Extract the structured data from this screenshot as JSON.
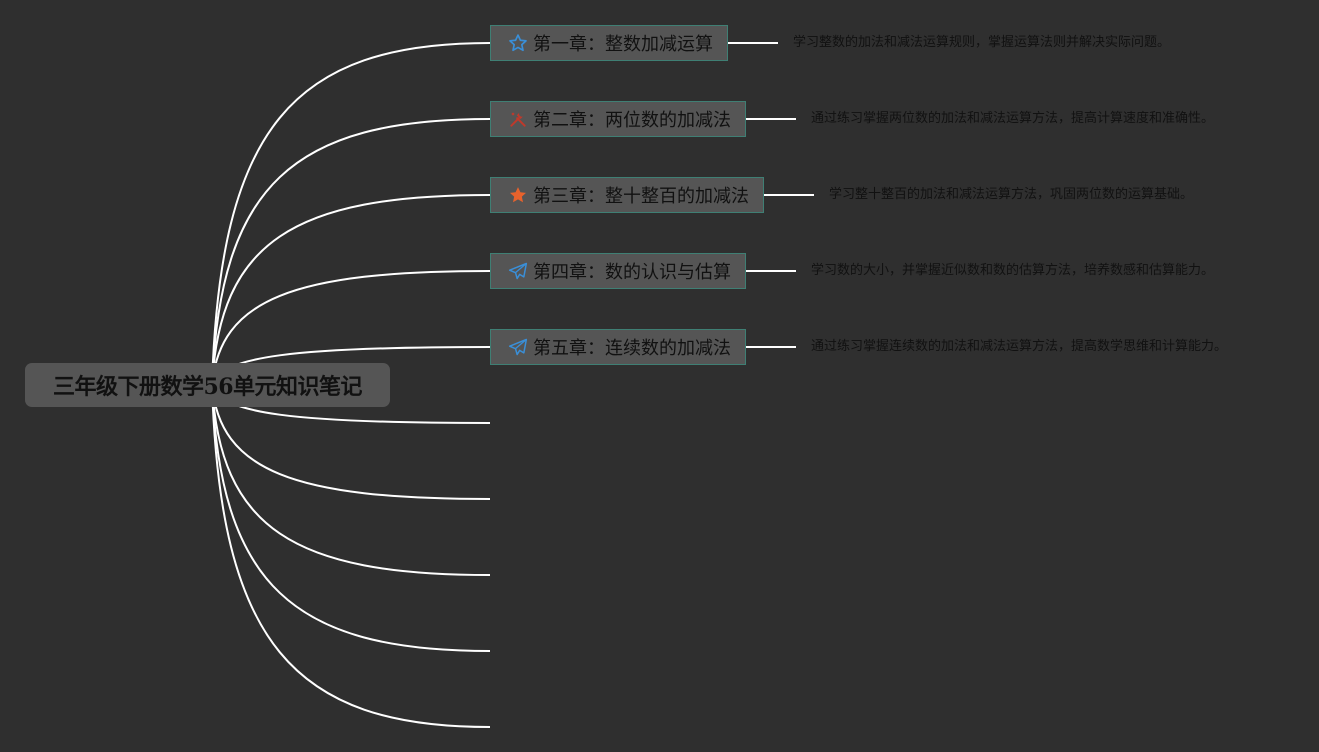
{
  "root": {
    "title": "三年级下册数学56单元知识笔记"
  },
  "chapters": [
    {
      "label": "第一章：整数加减运算",
      "icon": "star-outline-icon",
      "icon_color": "#3a8fd8",
      "note": "学习整数的加法和减法运算规则，掌握运算法则并解决实际问题。"
    },
    {
      "label": "第二章：两位数的加减法",
      "icon": "tools-icon",
      "icon_color": "#c0392b",
      "note": "通过练习掌握两位数的加法和减法运算方法，提高计算速度和准确性。"
    },
    {
      "label": "第三章：整十整百的加减法",
      "icon": "star-filled-icon",
      "icon_color": "#e8622c",
      "note": "学习整十整百的加法和减法运算方法，巩固两位数的运算基础。"
    },
    {
      "label": "第四章：数的认识与估算",
      "icon": "paper-plane-icon",
      "icon_color": "#3a8fd8",
      "note": "学习数的大小，并掌握近似数和数的估算方法，培养数感和估算能力。"
    },
    {
      "label": "第五章：连续数的加减法",
      "icon": "paper-plane-icon",
      "icon_color": "#3a8fd8",
      "note": "通过练习掌握连续数的加法和减法运算方法，提高数学思维和计算能力。"
    }
  ],
  "colors": {
    "background": "#2f2f2f",
    "node_fill": "#555555",
    "node_border": "#3f7f74",
    "connector": "#ffffff",
    "text": "#111111"
  }
}
